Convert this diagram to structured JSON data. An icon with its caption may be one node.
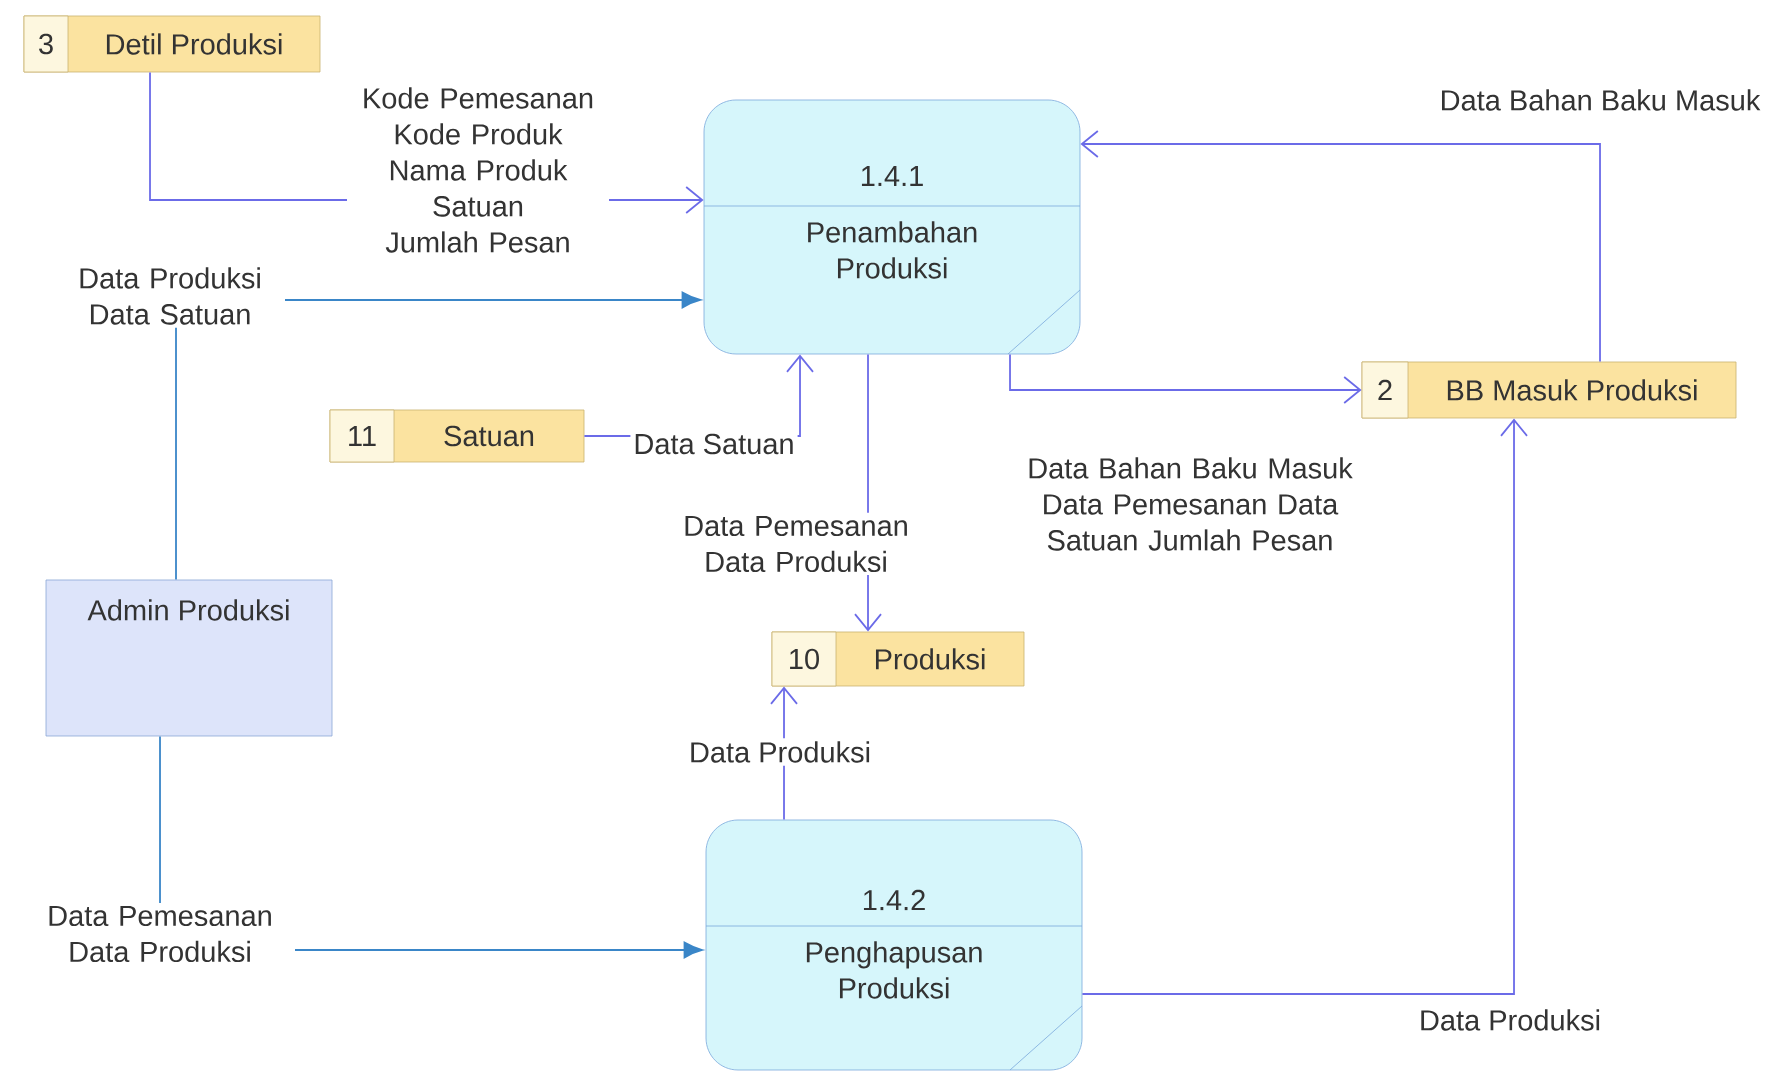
{
  "diagram": {
    "nodes": [
      {
        "text": [
          "3",
          "Detil Produksi"
        ]
      },
      {
        "text": [
          "1.4.1",
          "Penambahan Produksi"
        ]
      },
      {
        "text": [
          "2",
          "BB Masuk Produksi"
        ]
      },
      {
        "text": [
          "Admin Produksi"
        ]
      },
      {
        "text": [
          "11",
          "Satuan"
        ]
      },
      {
        "text": [
          "10",
          "Produksi"
        ]
      },
      {
        "text": [
          "1.4.2",
          "Penghapusan Produksi"
        ]
      }
    ],
    "edges": [
      {
        "from": 0,
        "to": 1,
        "arrow": "to",
        "label": "Kode Pemesanan Kode Produk Nama Produk Satuan Jumlah Pesan"
      },
      {
        "from": 3,
        "to": 1,
        "arrow": "to",
        "label": "Data Produksi Data Satuan",
        "color": "#3a86c8"
      },
      {
        "from": 2,
        "to": 1,
        "arrow": "to",
        "label": "Data Bahan Baku Masuk"
      },
      {
        "from": 4,
        "to": 1,
        "arrow": "to",
        "label": "Data Satuan"
      },
      {
        "from": 1,
        "to": 2,
        "arrow": "to",
        "label": "Data Bahan Baku Masuk Data Pemesanan Data Satuan Jumlah Pesan"
      },
      {
        "from": 1,
        "to": 5,
        "arrow": "to",
        "label": "Data Pemesanan Data Produksi"
      },
      {
        "from": 6,
        "to": 5,
        "arrow": "to",
        "label": "Data Produksi"
      },
      {
        "from": 3,
        "to": 6,
        "arrow": "to",
        "label": "Data Pemesanan Data Produksi",
        "color": "#3a86c8"
      },
      {
        "from": 6,
        "to": 2,
        "arrow": "to",
        "label": "Data Produksi"
      }
    ]
  }
}
